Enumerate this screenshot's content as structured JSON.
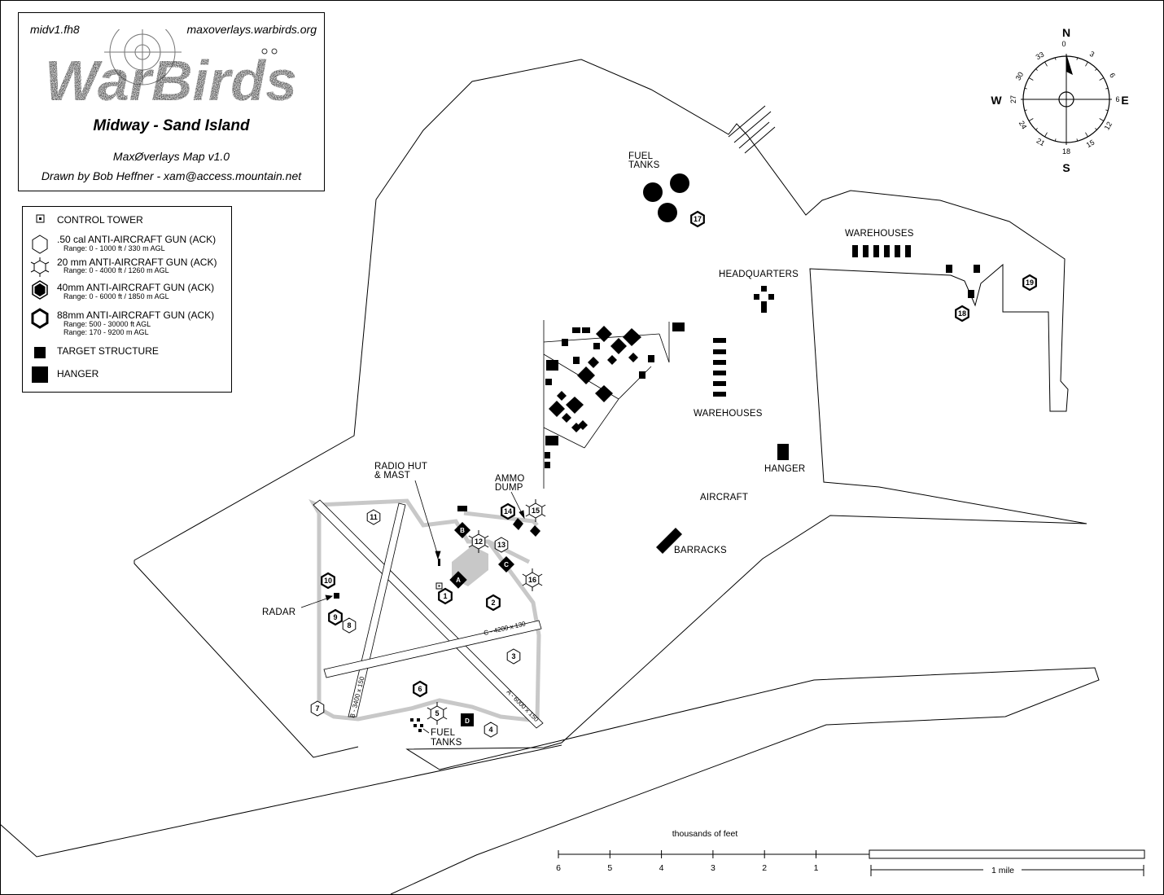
{
  "header": {
    "filename": "midv1.fh8",
    "website": "maxoverlays.warbirds.org",
    "logo_text": "WarBirds",
    "map_title": "Midway - Sand Island",
    "map_version": "MaxØverlays Map v1.0",
    "author": "Drawn by Bob Heffner -  xam@access.mountain.net"
  },
  "legend": {
    "items": [
      {
        "icon": "control-tower-icon",
        "label": "CONTROL TOWER"
      },
      {
        "icon": "hexagon-outline-icon",
        "label": ".50 cal  ANTI-AIRCRAFT GUN (ACK)",
        "range": "Range: 0 - 1000 ft / 330 m AGL"
      },
      {
        "icon": "hexagon-spiked-icon",
        "label": "20 mm ANTI-AIRCRAFT GUN (ACK)",
        "range": "Range: 0 - 4000 ft / 1260 m AGL"
      },
      {
        "icon": "hexagon-filled-icon",
        "label": "40mm ANTI-AIRCRAFT GUN  (ACK)",
        "range": "Range: 0 - 6000 ft / 1850 m AGL"
      },
      {
        "icon": "hexagon-bold-icon",
        "label": "88mm ANTI-AIRCRAFT GUN  (ACK)",
        "range": "Range: 500 - 30000 ft AGL",
        "range2": "Range: 170 - 9200 m AGL"
      },
      {
        "icon": "square-small-icon",
        "label": "TARGET STRUCTURE"
      },
      {
        "icon": "square-large-icon",
        "label": "HANGER"
      }
    ]
  },
  "compass": {
    "north": "N",
    "south": "S",
    "east": "E",
    "west": "W",
    "degrees": [
      "0",
      "3",
      "6",
      "12",
      "15",
      "18",
      "21",
      "24",
      "27",
      "30",
      "33",
      "6"
    ]
  },
  "map_labels": {
    "fuel_tanks_north": [
      "FUEL",
      "TANKS"
    ],
    "warehouses_ne": "WAREHOUSES",
    "headquarters": "HEADQUARTERS",
    "warehouses_center": "WAREHOUSES",
    "hanger": "HANGER",
    "aircraft": "AIRCRAFT",
    "barracks": "BARRACKS",
    "radio_hut": [
      "RADIO HUT",
      "&  MAST"
    ],
    "ammo_dump": [
      "AMMO",
      "DUMP"
    ],
    "radar": "RADAR",
    "fuel_tanks_south": [
      "FUEL",
      "TANKS"
    ]
  },
  "runways": {
    "c": "C - 4200 x 130",
    "a": "A - 6000 x 150",
    "b": "B - 3400 x 150"
  },
  "gun_positions": [
    "1",
    "2",
    "3",
    "4",
    "5",
    "6",
    "7",
    "8",
    "9",
    "10",
    "11",
    "12",
    "13",
    "14",
    "15",
    "16",
    "17",
    "18",
    "19"
  ],
  "hangers": [
    "A",
    "B",
    "C",
    "D"
  ],
  "scale": {
    "title": "thousands of feet",
    "ticks": [
      "6",
      "5",
      "4",
      "3",
      "2",
      "1"
    ],
    "mile_label": "1 mile"
  }
}
